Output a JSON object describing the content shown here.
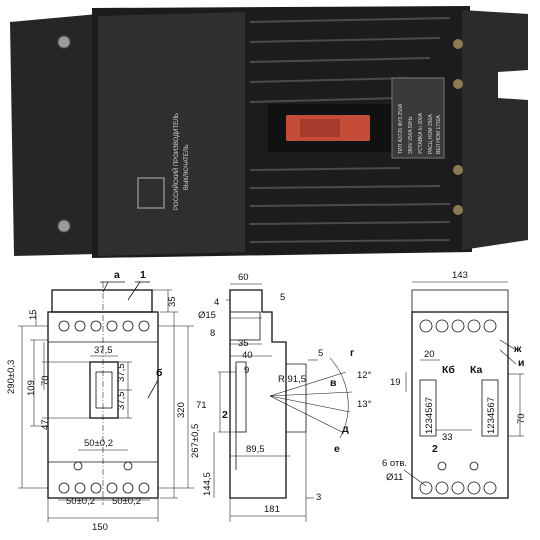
{
  "photo": {
    "nameplate_lines": [
      "ТИП А3726 ФУЗ 250А",
      "380V 250A 50Hz",
      "УСТАВКА Iн 200А",
      "РАСЦ НОМ 250A",
      "ВЕЛ НОМ 1750A"
    ],
    "side_text": "РОССИЙСКИЙ ПРОИЗВОДИТЕЛЬ",
    "side_text2": "ВЫКЛЮЧАТЕЛЬ"
  },
  "front_view": {
    "top_width": "150",
    "inner_top": "37,5",
    "label_a": "а",
    "label_1": "1",
    "label_b": "б",
    "dims": {
      "d35": "35",
      "d15": "15",
      "d290": "290±0,3",
      "d109": "109",
      "d70": "70",
      "d47": "47",
      "d375a": "37,5",
      "d375b": "37,5",
      "d50a": "50±0,2",
      "d50b": "50±0,2",
      "d50c": "50±0,2",
      "d320": "320",
      "d267": "267±0,5"
    }
  },
  "side_view": {
    "dims": {
      "d60": "60",
      "d4": "4",
      "d5a": "5",
      "d15": "Ø15",
      "d8": "8",
      "d35": "35",
      "d40": "40",
      "d5b": "5",
      "d71": "71",
      "d1445": "144,5",
      "d895": "89,5",
      "d181": "181",
      "d3": "3",
      "r": "R 91,5",
      "d12": "12°",
      "d13": "13°",
      "l2": "2",
      "lv": "в",
      "lg": "г",
      "ld": "д",
      "le": "е",
      "l9": "9"
    }
  },
  "rear_view": {
    "dims": {
      "d143": "143",
      "d20": "20",
      "kb": "Кб",
      "ka": "Ка",
      "d19": "19",
      "d70": "70",
      "d33": "33",
      "l2": "2",
      "holes": "6 отв.",
      "hole_d": "Ø11",
      "serial1": "1234567",
      "serial2": "1234567",
      "lzh": "ж",
      "li": "и"
    }
  }
}
